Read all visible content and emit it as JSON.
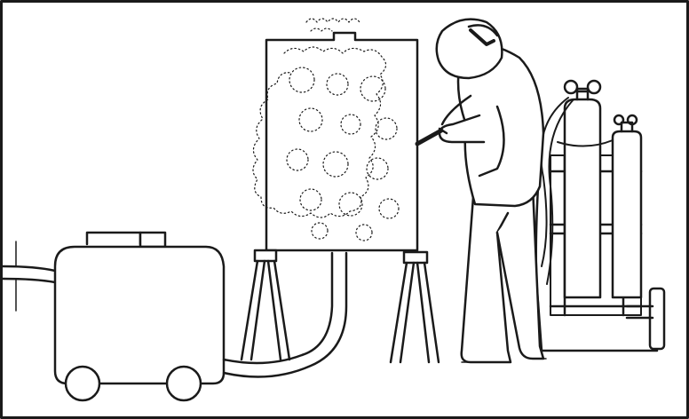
{
  "illustration": {
    "ink_color": "#1a1a1a",
    "paper_color": "#ffffff",
    "elements": [
      "welding-machine",
      "cable-hose",
      "tank-panel",
      "sawhorse-stands",
      "welder-figure",
      "welding-helmet",
      "welding-torch",
      "gas-cylinders",
      "cylinder-cart"
    ]
  }
}
